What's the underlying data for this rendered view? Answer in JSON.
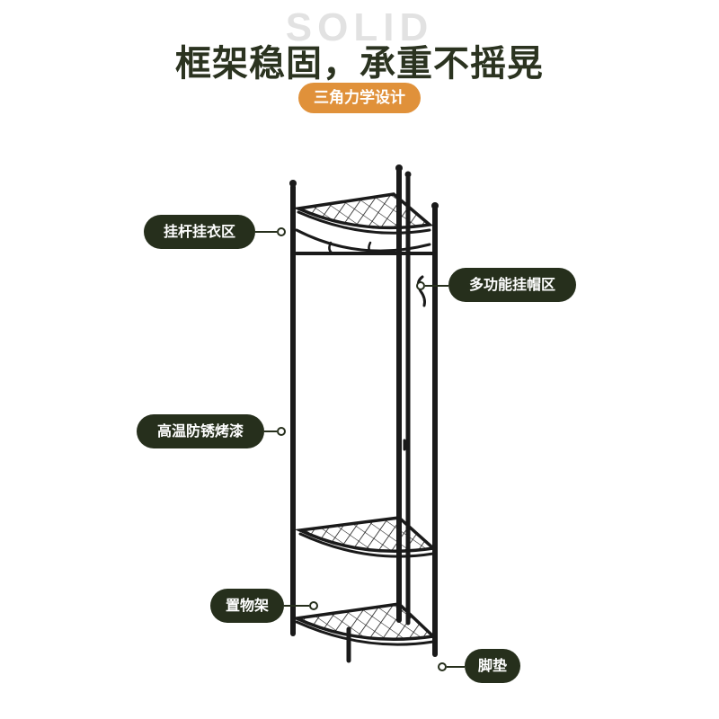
{
  "watermark": "SOLID",
  "headline": "框架稳固，承重不摇晃",
  "subtitle": "三角力学设计",
  "labels": {
    "hanging_rod": "挂杆挂衣区",
    "hat_hooks": "多功能挂帽区",
    "paint": "高温防锈烤漆",
    "storage_rack": "置物架",
    "foot_pad": "脚垫"
  },
  "colors": {
    "pill": "#262f1c",
    "accent": "#e0913a",
    "heading": "#2b3320",
    "frame": "#1a1a1a"
  }
}
